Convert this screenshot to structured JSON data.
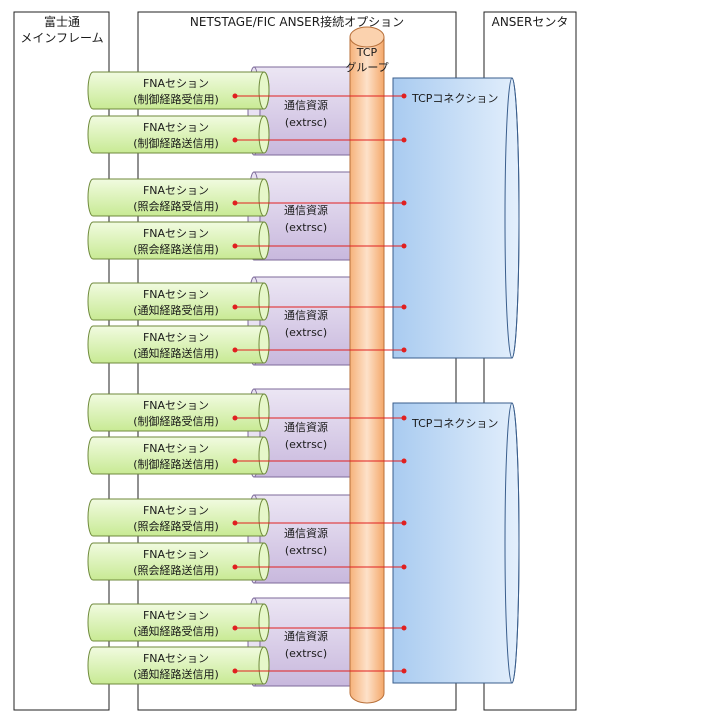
{
  "columns": {
    "mainframe": {
      "line1": "富士通",
      "line2": "メインフレーム"
    },
    "option": {
      "title": "NETSTAGE/FIC ANSER接続オプション"
    },
    "center": {
      "title": "ANSERセンタ"
    }
  },
  "tcp_group": {
    "line1": "TCP",
    "line2": "グループ"
  },
  "connections": [
    {
      "label": "TCPコネクション"
    },
    {
      "label": "TCPコネクション"
    }
  ],
  "resources": [
    {
      "line1": "通信資源",
      "line2": "(extrsc)"
    },
    {
      "line1": "通信資源",
      "line2": "(extrsc)"
    },
    {
      "line1": "通信資源",
      "line2": "(extrsc)"
    },
    {
      "line1": "通信資源",
      "line2": "(extrsc)"
    },
    {
      "line1": "通信資源",
      "line2": "(extrsc)"
    },
    {
      "line1": "通信資源",
      "line2": "(extrsc)"
    }
  ],
  "sessions": [
    {
      "line1": "FNAセション",
      "line2": "(制御経路受信用)"
    },
    {
      "line1": "FNAセション",
      "line2": "(制御経路送信用)"
    },
    {
      "line1": "FNAセション",
      "line2": "(照会経路受信用)"
    },
    {
      "line1": "FNAセション",
      "line2": "(照会経路送信用)"
    },
    {
      "line1": "FNAセション",
      "line2": "(通知経路受信用)"
    },
    {
      "line1": "FNAセション",
      "line2": "(通知経路送信用)"
    },
    {
      "line1": "FNAセション",
      "line2": "(制御経路受信用)"
    },
    {
      "line1": "FNAセション",
      "line2": "(制御経路送信用)"
    },
    {
      "line1": "FNAセション",
      "line2": "(照会経路受信用)"
    },
    {
      "line1": "FNAセション",
      "line2": "(照会経路送信用)"
    },
    {
      "line1": "FNAセション",
      "line2": "(通知経路受信用)"
    },
    {
      "line1": "FNAセション",
      "line2": "(通知経路送信用)"
    }
  ],
  "colors": {
    "session_fill": "#d9f2b0",
    "session_stroke": "#6f8a3c",
    "resource_fill": "#d9cdea",
    "resource_stroke": "#7d6a9a",
    "tcp_group_fill": "#f8c08e",
    "tcp_group_stroke": "#b8703a",
    "connection_fill": "#bcd8f5",
    "connection_stroke": "#3a5e8c",
    "link_line": "#e02020"
  }
}
